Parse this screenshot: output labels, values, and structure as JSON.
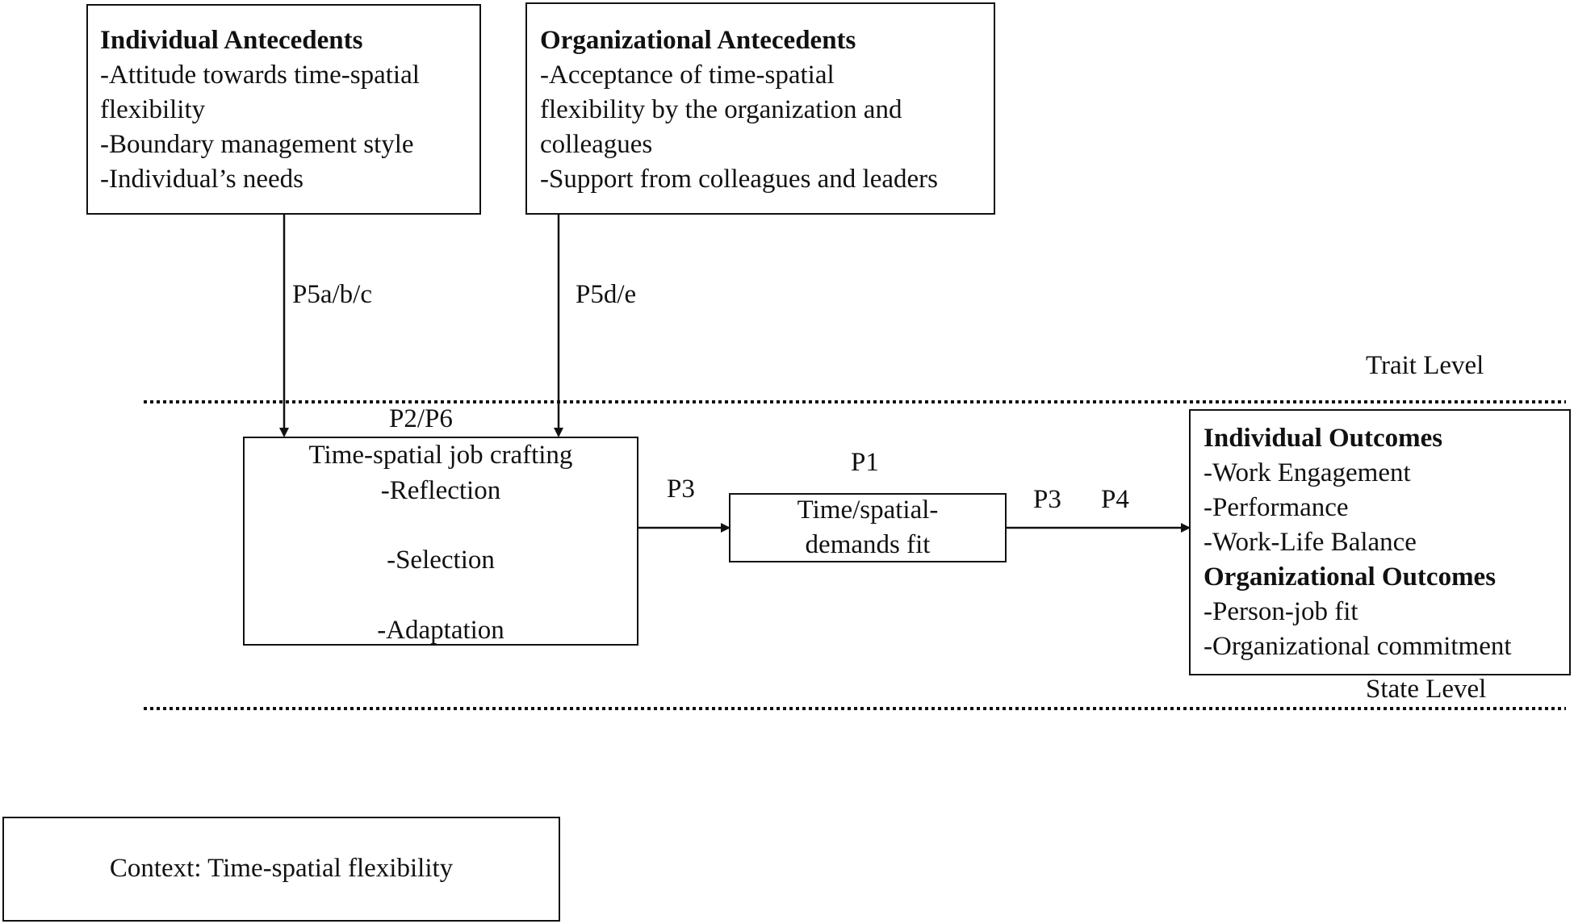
{
  "individual_antecedents": {
    "title": "Individual Antecedents",
    "items": [
      "-Attitude towards time-spatial",
      "flexibility",
      "-Boundary management style",
      "-Individual’s needs"
    ]
  },
  "organizational_antecedents": {
    "title": "Organizational Antecedents",
    "items": [
      "-Acceptance of time-spatial",
      "flexibility by the organization and",
      "colleagues",
      "-Support from colleagues and leaders"
    ]
  },
  "labels": {
    "p5abc": "P5a/b/c",
    "p5de": "P5d/e",
    "p2p6": "P2/P6",
    "p1": "P1",
    "p3_left": "P3",
    "p3_right": "P3",
    "p4": "P4",
    "trait_level": "Trait Level",
    "state_level": "State Level"
  },
  "job_crafting": {
    "title": "Time-spatial job crafting",
    "steps": [
      "-Reflection",
      "-Selection",
      "-Adaptation"
    ]
  },
  "demands_fit": {
    "lines": [
      "Time/spatial-",
      "demands fit"
    ]
  },
  "outcomes": {
    "individual_title": "Individual Outcomes",
    "individual_items": [
      "-Work Engagement",
      "-Performance",
      "-Work-Life Balance"
    ],
    "organizational_title": "Organizational Outcomes",
    "organizational_items": [
      "-Person-job fit",
      "-Organizational commitment"
    ]
  },
  "context": {
    "label": "Context: Time-spatial flexibility"
  },
  "colors": {
    "stroke": "#111111",
    "background": "#ffffff"
  }
}
